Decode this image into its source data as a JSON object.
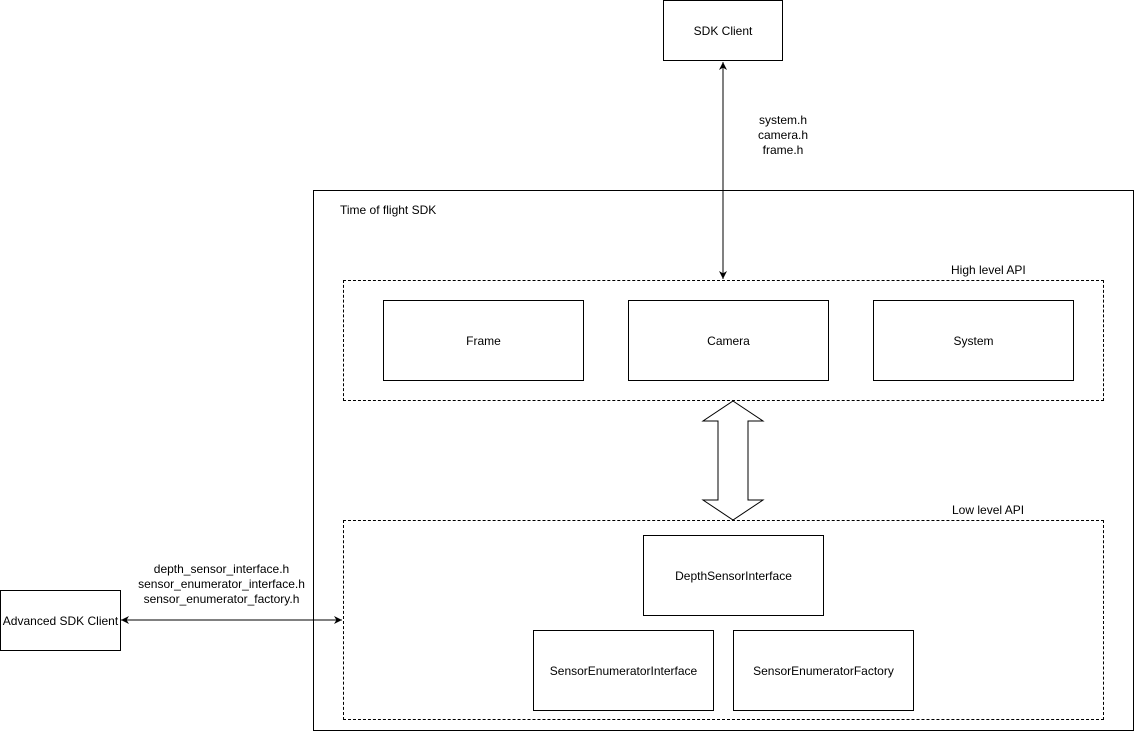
{
  "nodes": {
    "sdk_client": "SDK Client",
    "advanced_sdk_client": "Advanced SDK Client",
    "frame": "Frame",
    "camera": "Camera",
    "system": "System",
    "depth_sensor_interface": "DepthSensorInterface",
    "sensor_enumerator_interface": "SensorEnumeratorInterface",
    "sensor_enumerator_factory": "SensorEnumeratorFactory"
  },
  "groups": {
    "sdk": "Time of flight SDK",
    "high_level_api": "High level API",
    "low_level_api": "Low level API"
  },
  "edge_labels": {
    "client_headers": [
      "system.h",
      "camera.h",
      "frame.h"
    ],
    "advanced_headers": [
      "depth_sensor_interface.h",
      "sensor_enumerator_interface.h",
      "sensor_enumerator_factory.h"
    ]
  }
}
